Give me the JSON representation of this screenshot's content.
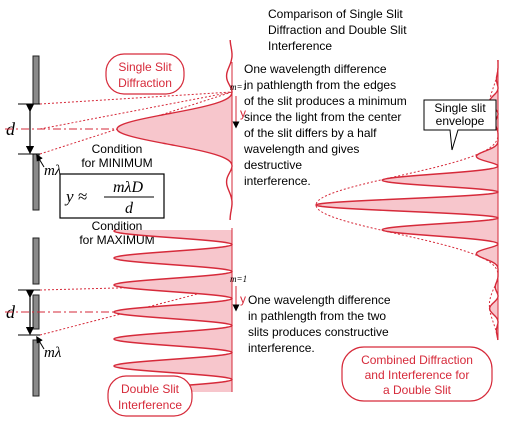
{
  "title": [
    "Comparison of Single Slit",
    "Diffraction and Double Slit",
    "Interference"
  ],
  "single_slit_label": [
    "Single Slit",
    "Diffraction"
  ],
  "double_slit_label": [
    "Double Slit",
    "Interference"
  ],
  "combined_label": [
    "Combined Diffraction",
    "and Interference for",
    "a Double Slit"
  ],
  "envelope_label": [
    "Single slit",
    "envelope"
  ],
  "single_slit_text": [
    "One wavelength difference",
    "in pathlength from the edges",
    "of the slit produces a minimum",
    "since the light from the center",
    "of the slit differs by a half",
    "wavelength and gives",
    "destructive",
    "interference."
  ],
  "double_slit_text": [
    "One wavelength difference",
    "in pathlength from the two",
    "slits produces constructive",
    "interference."
  ],
  "condition_minimum": [
    "Condition",
    "for MINIMUM"
  ],
  "condition_maximum": [
    "Condition",
    "for MAXIMUM"
  ],
  "formula": {
    "lhs": "y ≈",
    "numerator": "mλD",
    "denominator": "d"
  },
  "symbols": {
    "d": "d",
    "y": "y",
    "m_lambda": "mλ",
    "m1": "m=1"
  },
  "colors": {
    "accent": "#d62a3a",
    "fill": "#f7c6cc",
    "slit": "#888888"
  }
}
